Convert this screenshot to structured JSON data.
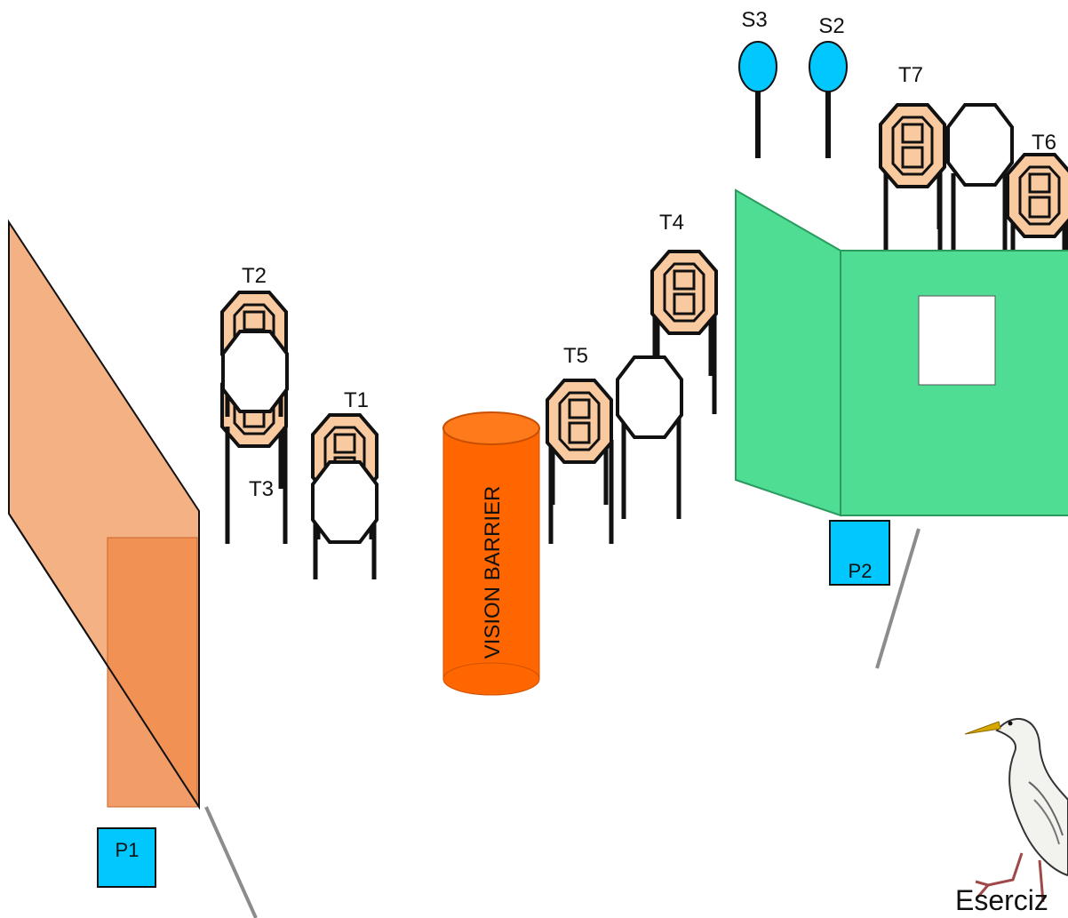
{
  "targets": {
    "t1": "T1",
    "t2": "T2",
    "t3": "T3",
    "t4": "T4",
    "t5": "T5",
    "t6": "T6",
    "t7": "T7"
  },
  "steel": {
    "s2": "S2",
    "s3": "S3"
  },
  "positions": {
    "p1": "P1",
    "p2": "P2"
  },
  "barrier": {
    "label": "VISION BARRIER"
  },
  "watermark": {
    "text": "Eserciz"
  },
  "colors": {
    "target_fill": "#f9c9a0",
    "steel_fill": "#00c8ff",
    "position_fill": "#00c8ff",
    "barrier_fill": "#ff6600",
    "wall_green": "#4fdc93",
    "left_wall_fill": "#f4b183"
  }
}
